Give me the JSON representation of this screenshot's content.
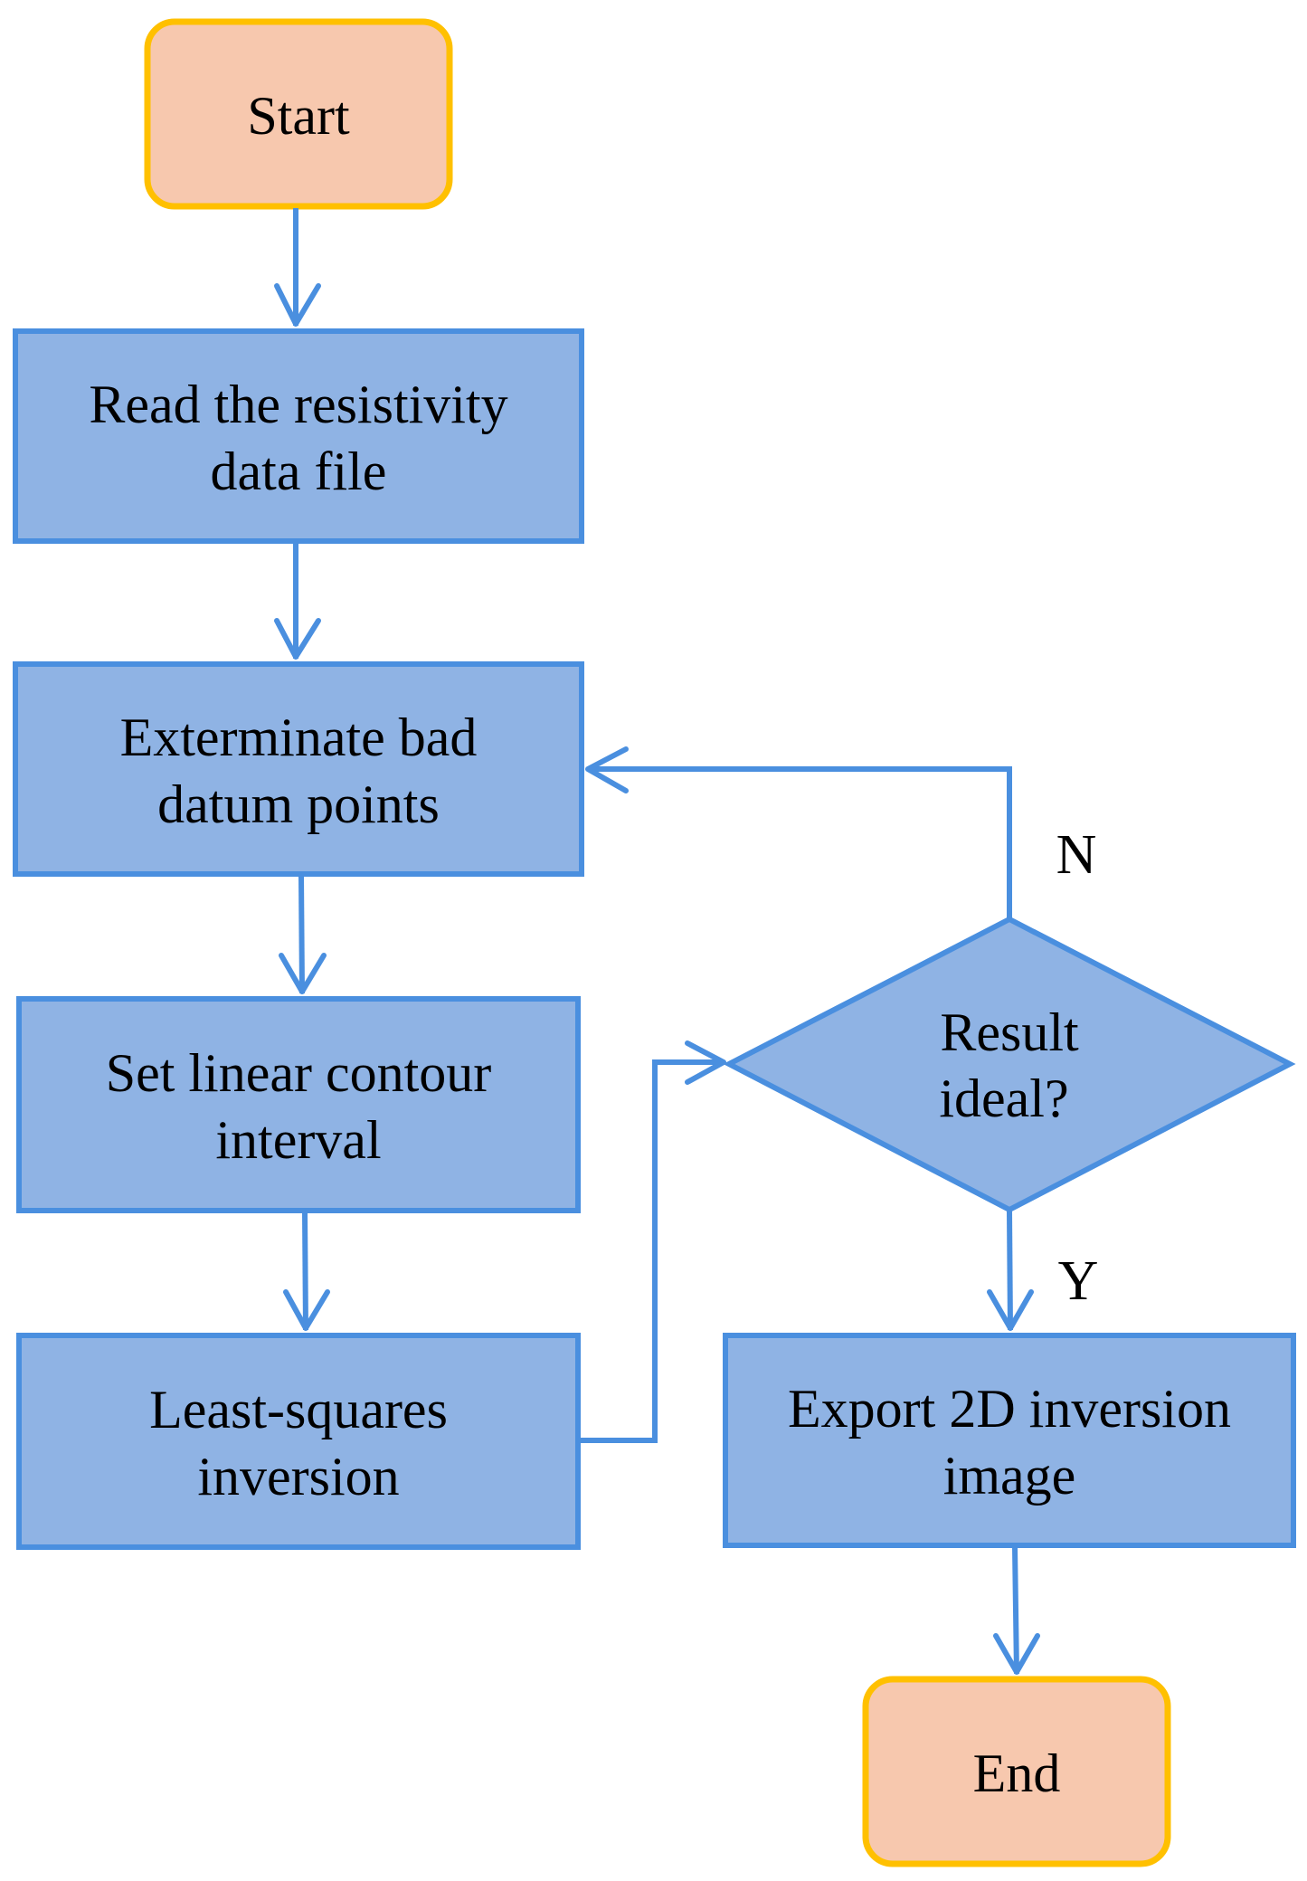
{
  "colors": {
    "terminal_fill": "#F7C8AE",
    "terminal_stroke": "#FFC000",
    "process_fill": "#8FB3E4",
    "process_stroke": "#4A8FDF",
    "connector": "#4A8FDF",
    "text": "#000000"
  },
  "nodes": {
    "start": {
      "label": "Start"
    },
    "read_file": {
      "line1": "Read the resistivity",
      "line2": "data file"
    },
    "exterminate": {
      "line1": "Exterminate bad",
      "line2": "datum points"
    },
    "set_contour": {
      "line1": "Set linear contour",
      "line2": "interval"
    },
    "inversion": {
      "line1": "Least-squares",
      "line2": "inversion"
    },
    "decision": {
      "line1": "Result",
      "line2": "ideal?"
    },
    "export": {
      "line1": "Export 2D inversion",
      "line2": "image"
    },
    "end": {
      "label": "End"
    }
  },
  "edge_labels": {
    "no": "N",
    "yes": "Y"
  }
}
